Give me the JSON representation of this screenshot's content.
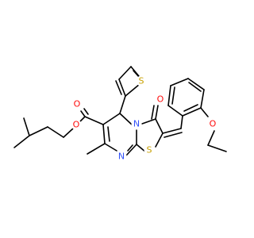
{
  "figure": {
    "background": "#ffffff",
    "bond_color": "#000000",
    "element_colors": {
      "O": "#ff0d0d",
      "N": "#3050f8",
      "S": "#c8a000"
    }
  },
  "atoms": [
    {
      "id": "o_carbonyl",
      "symbol": "O"
    },
    {
      "id": "o_ester",
      "symbol": "O"
    },
    {
      "id": "s_thiophene",
      "symbol": "S"
    },
    {
      "id": "o_ketone",
      "symbol": "O"
    },
    {
      "id": "n_ring",
      "symbol": "N"
    },
    {
      "id": "o_ether",
      "symbol": "O"
    },
    {
      "id": "s_thiazole",
      "symbol": "S"
    },
    {
      "id": "n_pyrimidine",
      "symbol": "N"
    }
  ]
}
